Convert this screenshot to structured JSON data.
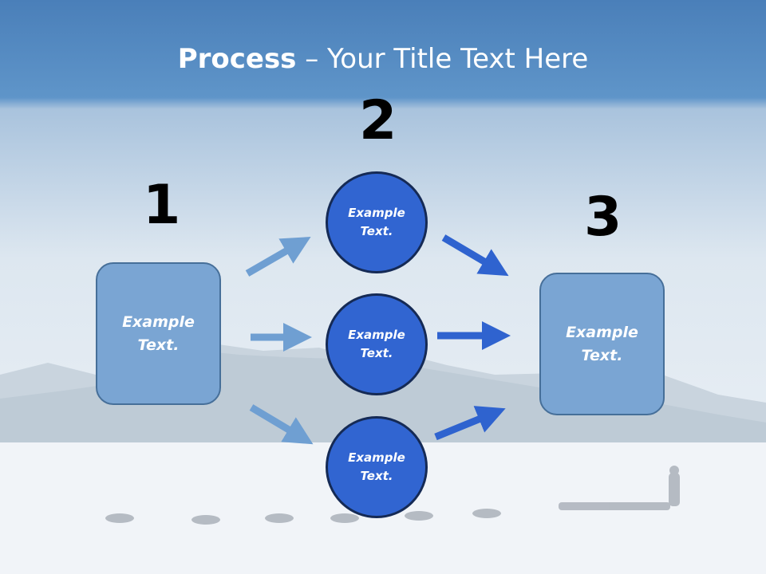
{
  "slide": {
    "title_bold": "Process",
    "title_rest": " – Your Title Text Here"
  },
  "steps": [
    {
      "number": "1",
      "label": "Example\nText."
    },
    {
      "number": "2",
      "items": [
        "Example\nText.",
        "Example\nText.",
        "Example\nText."
      ]
    },
    {
      "number": "3",
      "label": "Example\nText."
    }
  ],
  "colors": {
    "header_blue": "#4f86bf",
    "box_fill": "#7aa5d3",
    "circle_fill": "#3165d1",
    "light_arrow": "#6f9fd2",
    "dark_arrow": "#2f63cf"
  }
}
